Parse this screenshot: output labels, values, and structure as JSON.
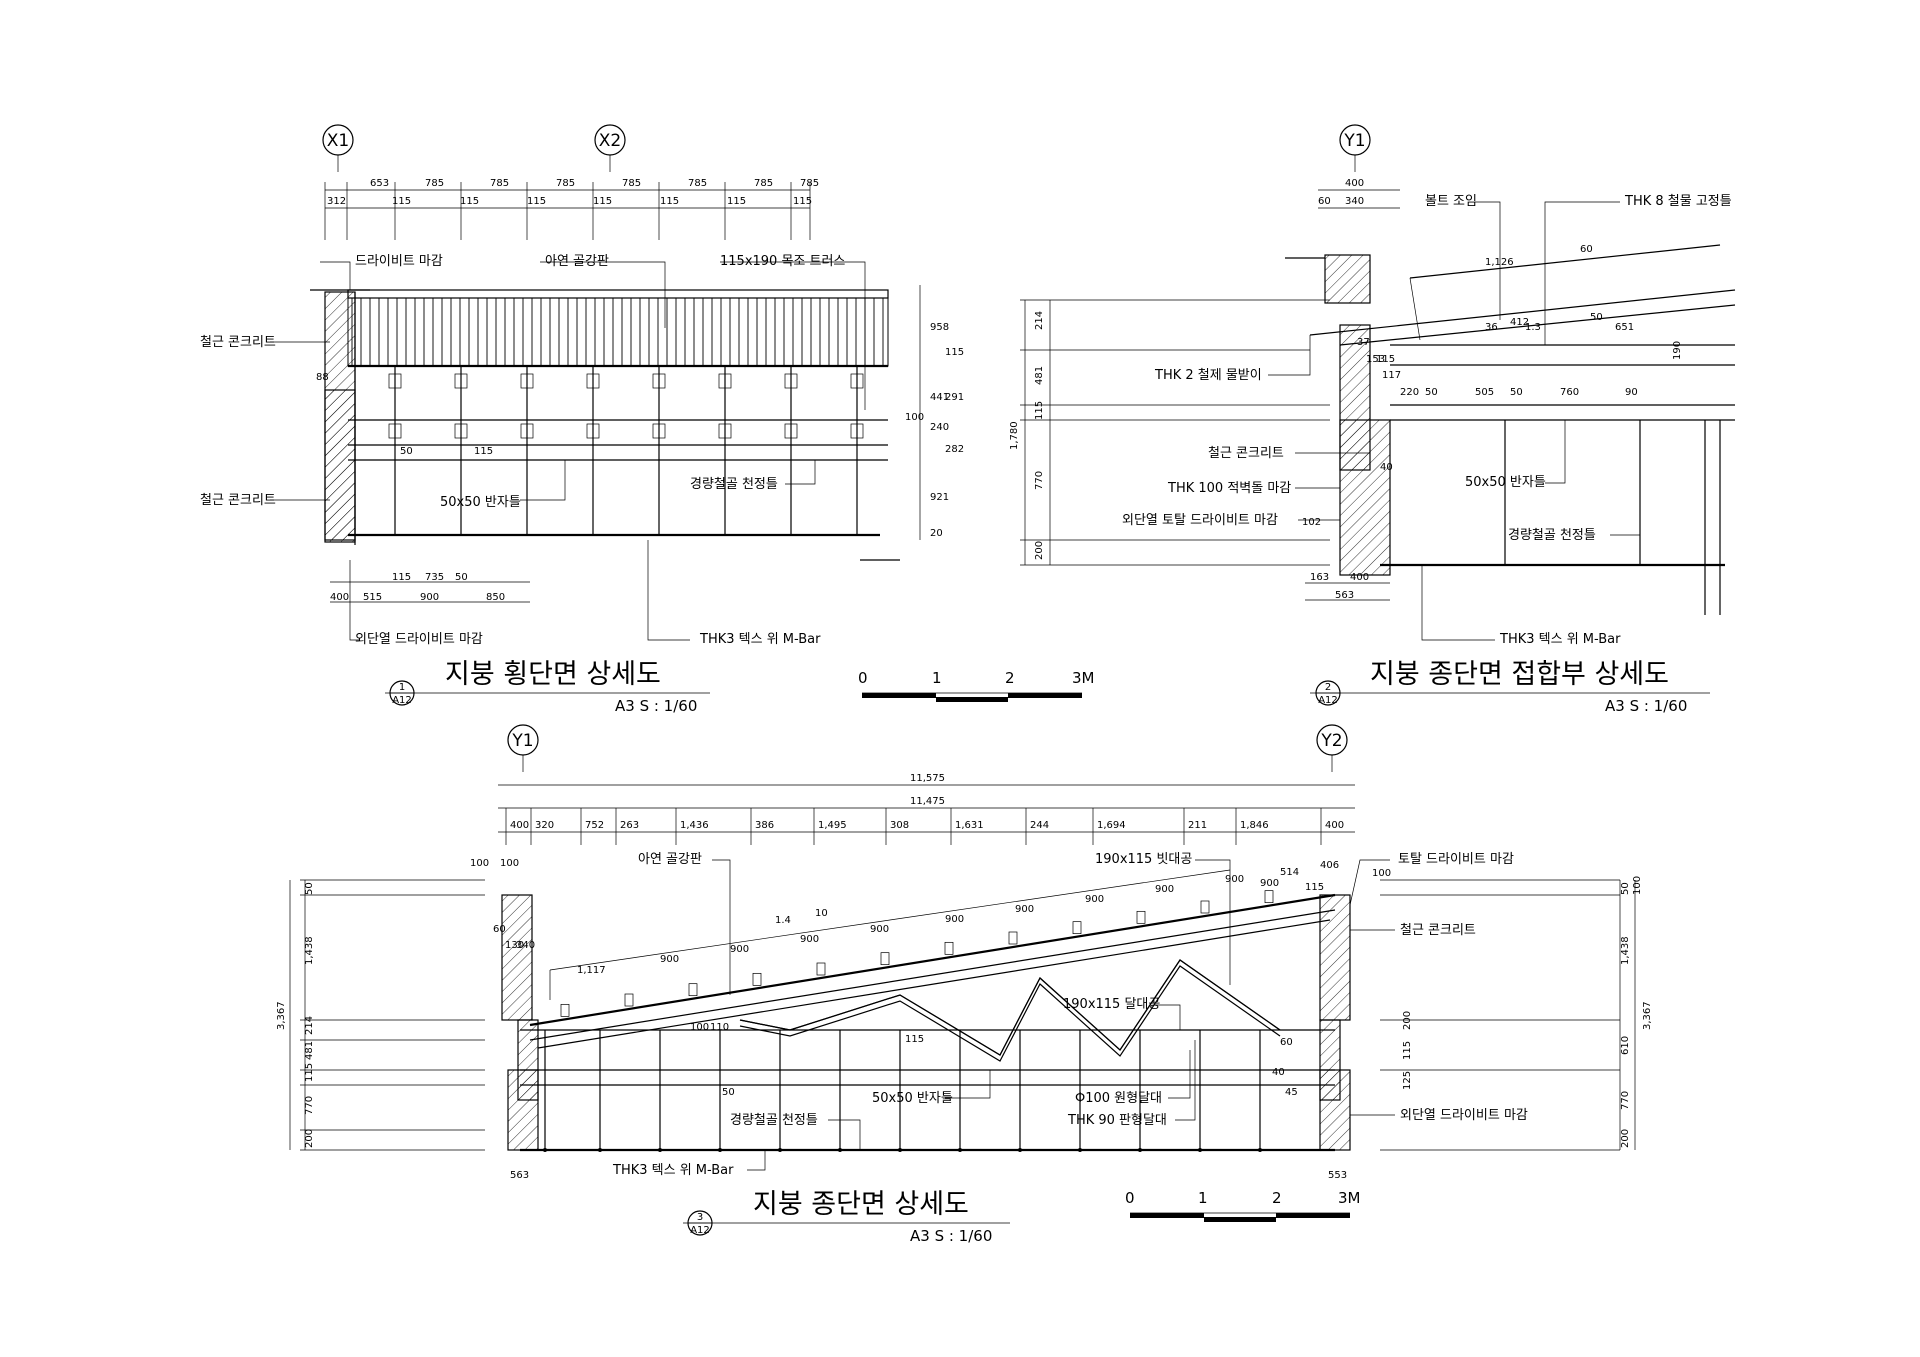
{
  "grid_labels": {
    "x1": "X1",
    "x2": "X2",
    "y1": "Y1",
    "y2": "Y2"
  },
  "drawing1": {
    "title": "지붕 횡단면 상세도",
    "scale": "A3 S : 1/60",
    "ref_num": "1",
    "ref_sheet": "A12",
    "dims_top1": [
      "653",
      "785",
      "785",
      "785",
      "785",
      "785",
      "785",
      "785"
    ],
    "dims_top2": [
      "312",
      "115",
      "115",
      "115",
      "115",
      "115",
      "115",
      "115"
    ],
    "dims_bottom1": [
      "115",
      "735",
      "50"
    ],
    "dims_bottom2": [
      "400",
      "515",
      "900",
      "850"
    ],
    "dims_right": [
      "958",
      "115",
      "441",
      "291",
      "100",
      "240",
      "282",
      "921",
      "20"
    ],
    "dims_inner": [
      "50",
      "115"
    ],
    "labels": {
      "drivit_finish": "드라이비트 마감",
      "zinc_sheet": "아연 골강판",
      "wood_truss": "115x190 목조 트러스",
      "rc1": "철근 콘크리트",
      "rc2": "철근 콘크리트",
      "joist": "50x50 반자틀",
      "light_steel": "경량철골 천정틀",
      "ext_drivit": "외단열 드라이비트 마감",
      "tex": "THK3 텍스 위 M-Bar",
      "dim_88": "88"
    }
  },
  "drawing2": {
    "title": "지붕 종단면 접합부 상세도",
    "scale": "A3 S : 1/60",
    "ref_num": "2",
    "ref_sheet": "A12",
    "dims_top": [
      "400",
      "60",
      "340"
    ],
    "dims_left": [
      "214",
      "481",
      "115",
      "1,780",
      "770",
      "200"
    ],
    "dims_row": [
      "220",
      "50",
      "505",
      "50",
      "760",
      "90"
    ],
    "dims_bottom": [
      "163",
      "400",
      "563"
    ],
    "dims_misc": [
      "1,126",
      "60",
      "37",
      "153",
      "115",
      "117",
      "36",
      "190",
      "50",
      "651",
      "102",
      "40",
      "412",
      "1.3"
    ],
    "labels": {
      "bolt": "볼트 조임",
      "steel_fix": "THK 8 철물 고정틀",
      "gutter": "THK 2 철제 물받이",
      "rc": "철근 콘크리트",
      "brick": "THK 100 적벽돌 마감",
      "ext_tile": "외단열 토탈 드라이비트 마감",
      "joist": "50x50 반자틀",
      "light_steel": "경량철골 천정틀",
      "tex": "THK3 텍스 위 M-Bar"
    }
  },
  "drawing3": {
    "title": "지붕 종단면 상세도",
    "scale": "A3 S : 1/60",
    "ref_num": "3",
    "ref_sheet": "A12",
    "dim_total1": "11,575",
    "dim_total2": "11,475",
    "dims_top": [
      "400",
      "320",
      "752",
      "263",
      "1,436",
      "386",
      "1,495",
      "308",
      "1,631",
      "244",
      "1,694",
      "211",
      "1,846",
      "400"
    ],
    "dims_left": [
      "100",
      "50",
      "1,438",
      "3,367",
      "214",
      "481",
      "115",
      "770",
      "200"
    ],
    "dims_right": [
      "50",
      "100",
      "1,438",
      "3,367",
      "610",
      "770",
      "200"
    ],
    "dims_right_inner": [
      "200",
      "115",
      "125"
    ],
    "dims_slope": [
      "1,117",
      "900",
      "900",
      "900",
      "900",
      "900",
      "900",
      "900",
      "900",
      "900",
      "900",
      "514",
      "115",
      "406",
      "100"
    ],
    "dims_misc": [
      "100",
      "10",
      "1.4",
      "130",
      "60",
      "340",
      "110",
      "100",
      "115",
      "60",
      "40",
      "45",
      "50",
      "563",
      "553"
    ],
    "labels": {
      "zinc_sheet": "아연 골강판",
      "beam_190": "190x115 빗대공",
      "tile_drivit": "토탈 드라이비트 마감",
      "rc": "철근 콘크리트",
      "strut": "190x115 달대공",
      "joist": "50x50 반자틀",
      "round_hanger": "Φ100 원형달대",
      "flat_hanger": "THK 90 판형달대",
      "light_steel": "경량철골 천정틀",
      "ext_drivit": "외단열 드라이비트 마감",
      "tex": "THK3 텍스 위 M-Bar"
    }
  },
  "scale_bar": {
    "t0": "0",
    "t1": "1",
    "t2": "2",
    "t3": "3M"
  }
}
